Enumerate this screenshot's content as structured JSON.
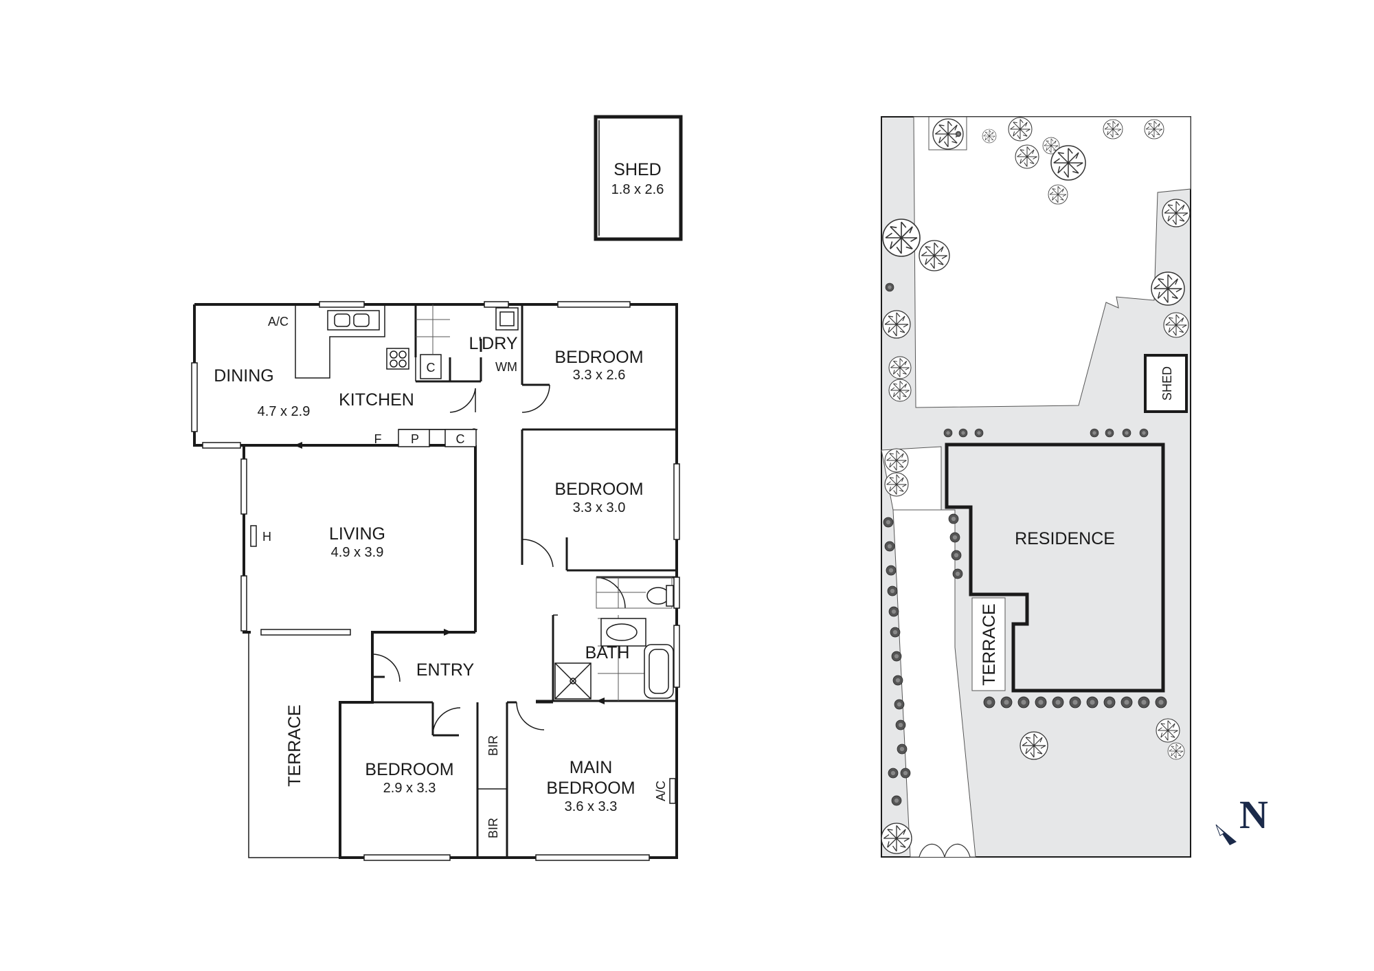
{
  "floor_plan": {
    "rooms": {
      "shed": {
        "name": "SHED",
        "dim": "1.8 x 2.6"
      },
      "dining": {
        "name": "DINING",
        "dim": "4.7 x 2.9"
      },
      "kitchen": {
        "name": "KITCHEN"
      },
      "laundry": {
        "name": "L'DRY"
      },
      "bedroom_1": {
        "name": "BEDROOM",
        "dim": "3.3 x 2.6"
      },
      "bedroom_2": {
        "name": "BEDROOM",
        "dim": "3.3 x 3.0"
      },
      "living": {
        "name": "LIVING",
        "dim": "4.9 x 3.9"
      },
      "entry": {
        "name": "ENTRY"
      },
      "bath": {
        "name": "BATH"
      },
      "bedroom_3": {
        "name": "BEDROOM",
        "dim": "2.9 x 3.3"
      },
      "main_bedroom": {
        "name_line1": "MAIN",
        "name_line2": "BEDROOM",
        "dim": "3.6 x 3.3"
      },
      "terrace": {
        "name": "TERRACE"
      }
    },
    "fixtures": {
      "ac_dining": "A/C",
      "ac_main_bedroom": "A/C",
      "washing_machine": "WM",
      "cupboard_laundry": "C",
      "fridge": "F",
      "pantry": "P",
      "cupboard_hall": "C",
      "heater": "H",
      "bir_upper": "BIR",
      "bir_lower": "BIR"
    }
  },
  "site_plan": {
    "residence": "RESIDENCE",
    "terrace": "TERRACE",
    "shed": "SHED",
    "north": "N"
  },
  "colors": {
    "wall": "#1a1a1a",
    "site_fill": "#e6e7e8",
    "residence_fill": "#e6e7e8",
    "north_arrow": "#1b2a4a"
  }
}
